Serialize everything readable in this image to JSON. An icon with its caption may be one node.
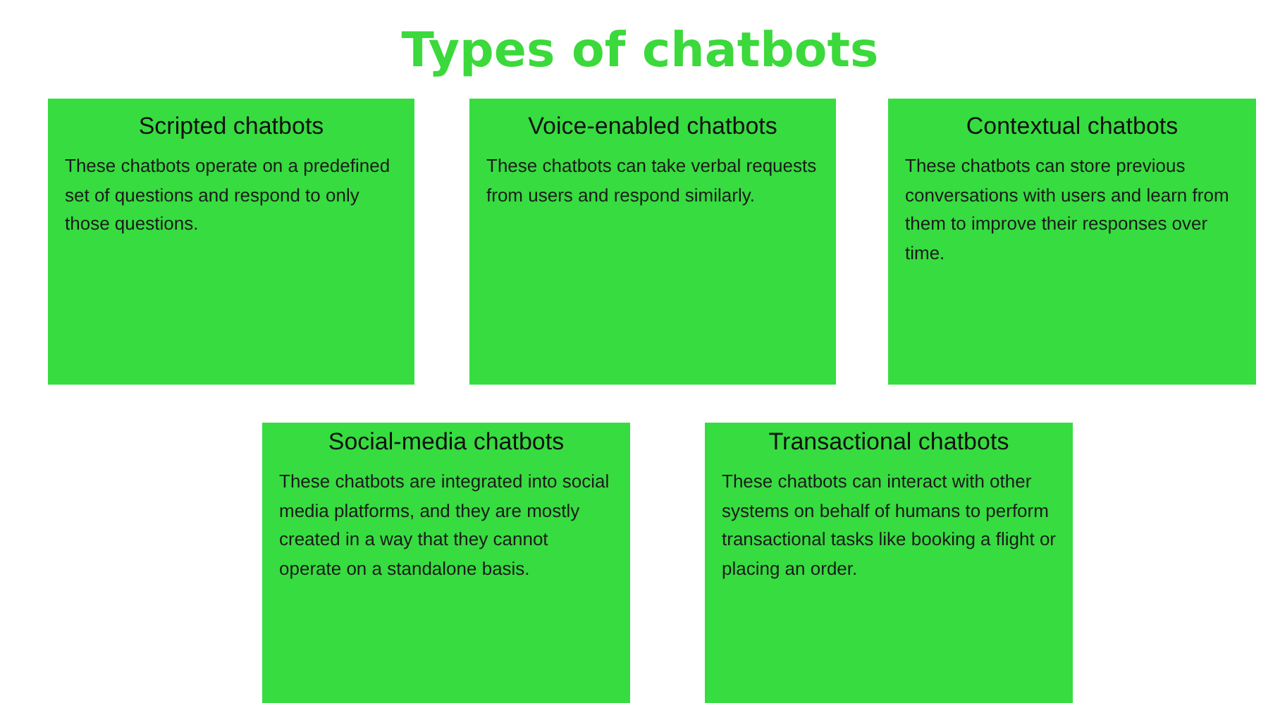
{
  "diagram": {
    "title": "Types of chatbots",
    "nodes": [
      {
        "text": [
          "Scripted chatbots",
          "These chatbots operate on a predefined set of questions and respond to only those questions."
        ]
      },
      {
        "text": [
          "Voice-enabled chatbots",
          "These chatbots can take verbal requests from users and respond similarly."
        ]
      },
      {
        "text": [
          "Contextual chatbots",
          "These chatbots can store previous conversations with users and learn from them to improve their responses over time."
        ]
      },
      {
        "text": [
          "Social-media chatbots",
          "These chatbots are integrated into social media platforms, and they are mostly created in a way that they cannot operate on a standalone basis."
        ]
      },
      {
        "text": [
          "Transactional chatbots",
          "These chatbots can interact with other systems on behalf of humans to perform transactional tasks like booking a flight or placing an order."
        ]
      }
    ]
  }
}
